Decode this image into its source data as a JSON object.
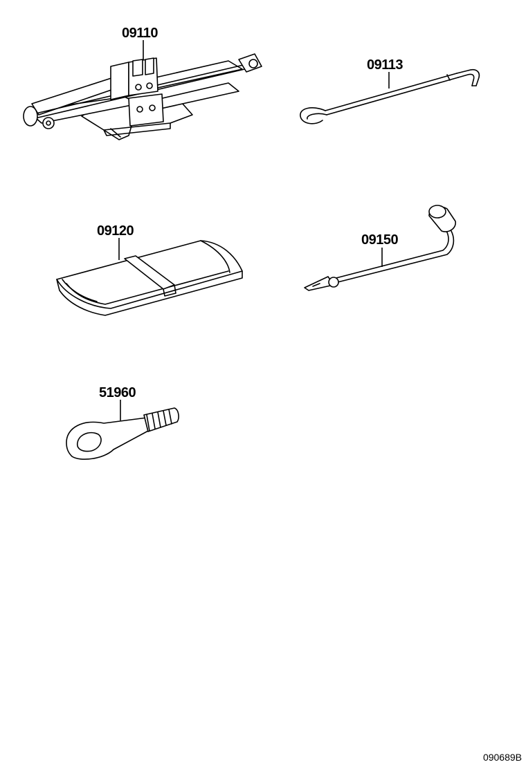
{
  "parts": {
    "jack": {
      "number": "09110",
      "icon": "scissor-jack-icon"
    },
    "jack_handle": {
      "number": "09113",
      "icon": "hook-rod-icon"
    },
    "tool_bag": {
      "number": "09120",
      "icon": "tool-bag-icon"
    },
    "wheel_wrench": {
      "number": "09150",
      "icon": "lug-wrench-icon"
    },
    "towing_eye": {
      "number": "51960",
      "icon": "towing-eye-icon"
    }
  },
  "diagram_code": "090689B"
}
